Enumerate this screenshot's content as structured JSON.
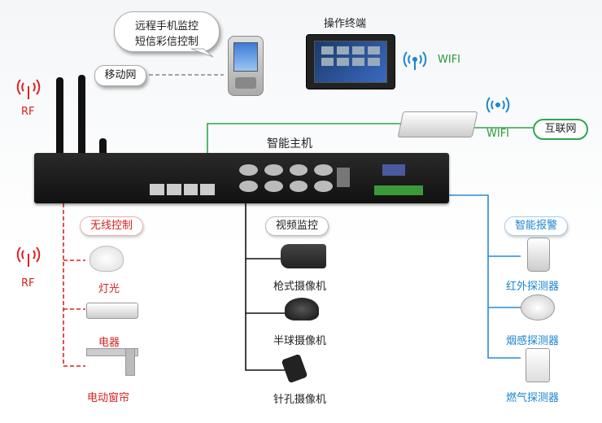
{
  "sms_bubble": {
    "line1": "远程手机监控",
    "line2": "短信彩信控制"
  },
  "mobile_network": "移动网",
  "terminal_label": "操作终端",
  "wifi_top": "WIFI",
  "wifi_router": "WIFI",
  "internet": "互联网",
  "host_label": "智能主机",
  "rf_top": "RF",
  "rf_bottom": "RF",
  "wireless": {
    "title": "无线控制",
    "items": [
      "灯光",
      "电器",
      "电动窗帘"
    ]
  },
  "video": {
    "title": "视频监控",
    "items": [
      "枪式摄像机",
      "半球摄像机",
      "针孔摄像机"
    ]
  },
  "alarm": {
    "title": "智能报警",
    "items": [
      "红外探测器",
      "烟感探测器",
      "燃气探测器"
    ]
  },
  "colors": {
    "red": "#d62020",
    "blue": "#1a86d0",
    "green": "#2a9a3a"
  }
}
